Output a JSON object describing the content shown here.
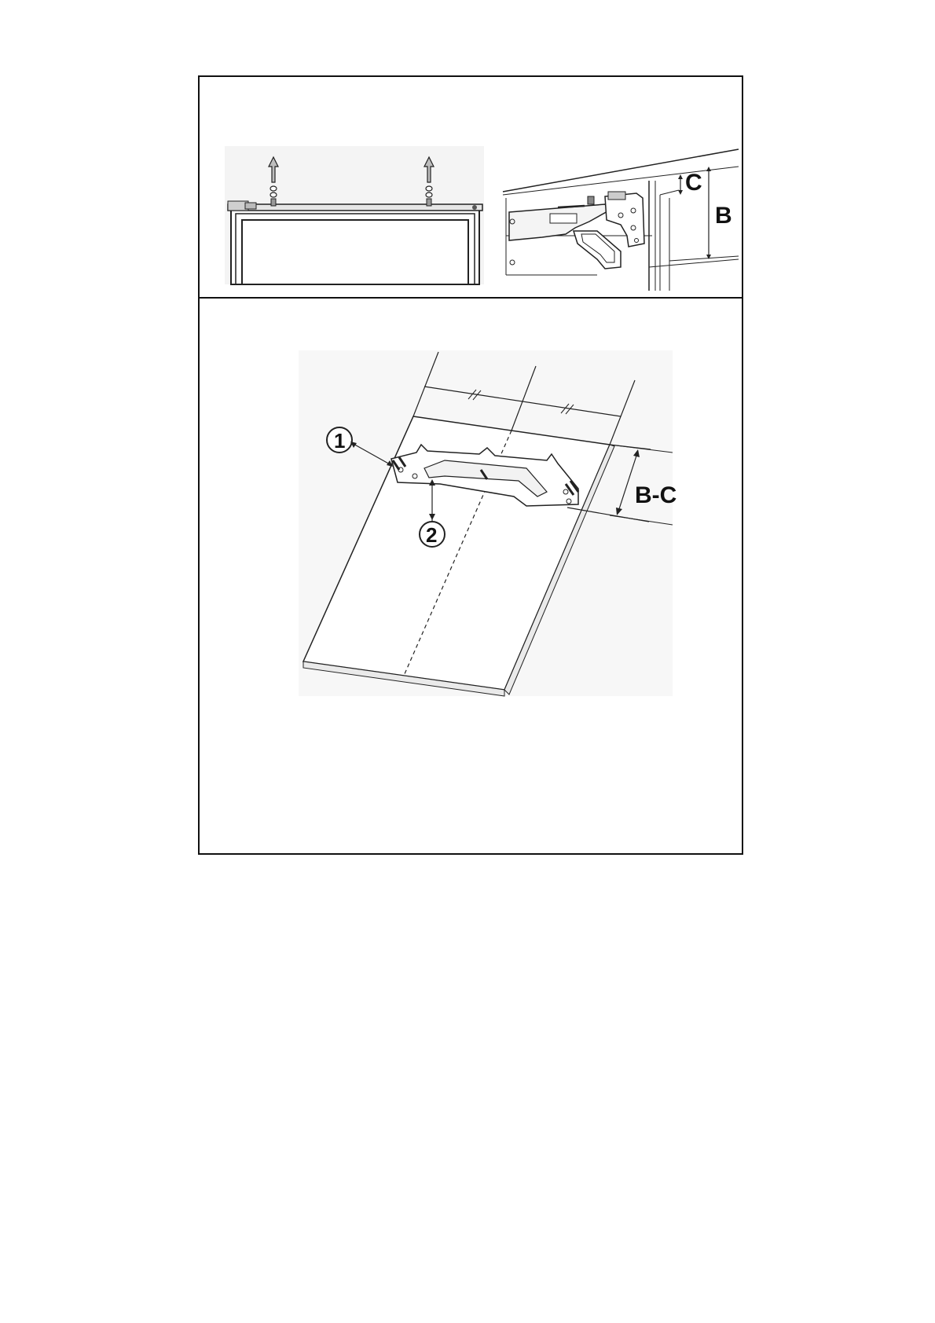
{
  "top_right": {
    "label_c": "C",
    "label_b": "B"
  },
  "bottom": {
    "label_bc": "B-C",
    "callout_1": "1",
    "callout_2": "2"
  },
  "colors": {
    "line": "#222222",
    "fill_light": "#f2f2f2",
    "arrow_fill": "#bdbdbd"
  }
}
